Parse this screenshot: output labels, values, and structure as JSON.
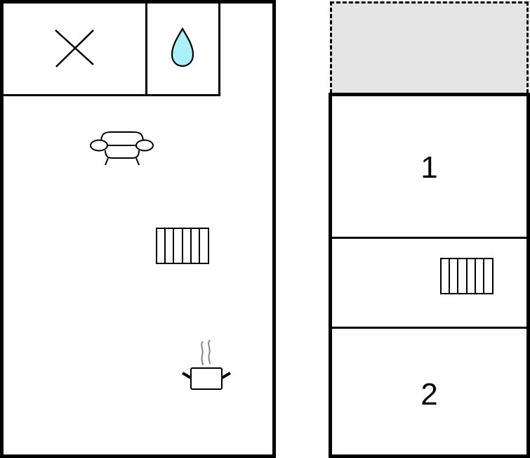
{
  "plan": {
    "left_building": {
      "rooms": [
        {
          "id": "toilet",
          "icon": "toilet-x-icon"
        },
        {
          "id": "bathroom",
          "icon": "water-drop-icon",
          "icon_fill": "#aaf0f8"
        },
        {
          "id": "living",
          "icons": [
            "sofa-icon",
            "radiator-icon",
            "cooking-pot-icon"
          ]
        }
      ]
    },
    "right_building": {
      "terrace": {
        "fill": "#e4e4e4",
        "border": "dashed"
      },
      "rooms": [
        {
          "label": "1"
        },
        {
          "label": "",
          "icon": "radiator-icon"
        },
        {
          "label": "2"
        }
      ]
    }
  }
}
